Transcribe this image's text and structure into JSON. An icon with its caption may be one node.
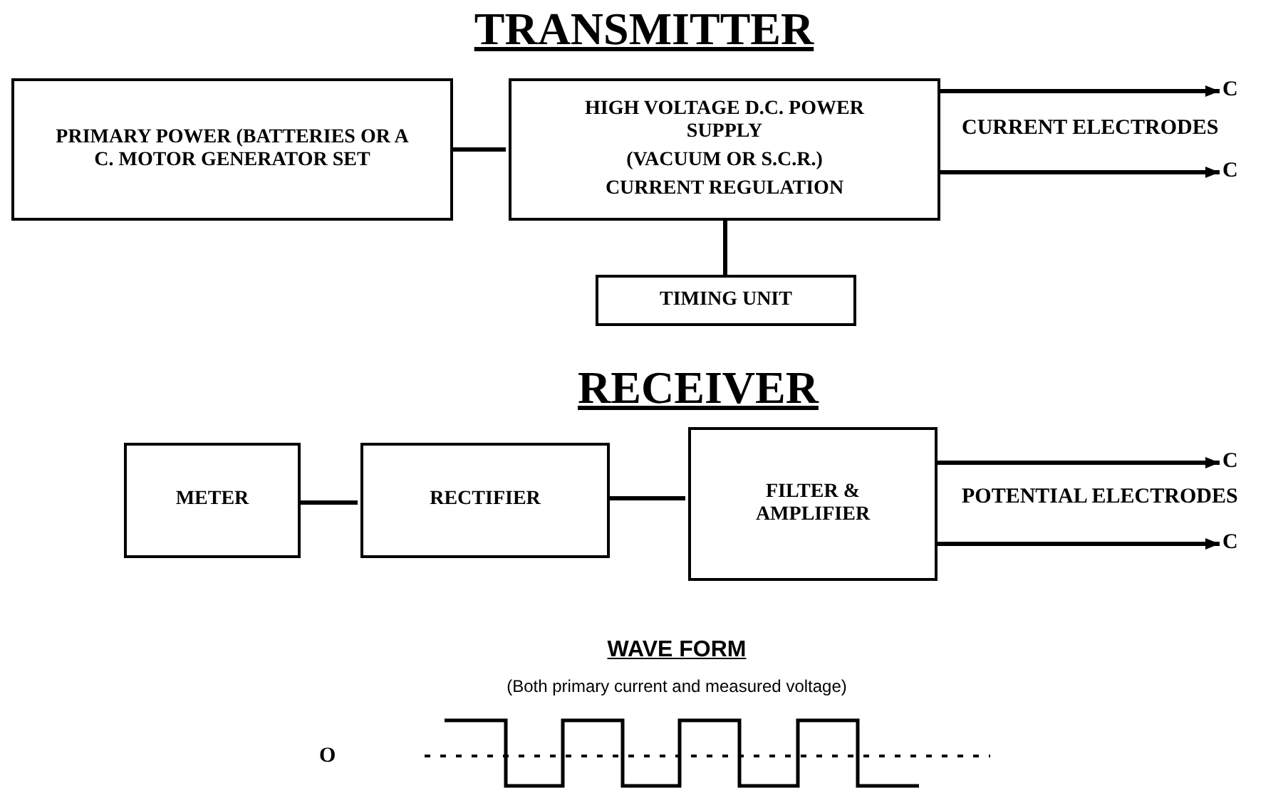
{
  "diagram": {
    "nodes": [
      {
        "text": [
          "PRIMARY POWER (BATTERIES OR A C. MOTOR GENERATOR SET"
        ]
      },
      {
        "text": [
          "HIGH VOLTAGE D.C. POWER SUPPLY",
          "(VACUUM OR S.C.R.)",
          "CURRENT REGULATION"
        ]
      },
      {
        "text": [
          "TIMING UNIT"
        ]
      },
      {
        "text": [
          "C"
        ]
      },
      {
        "text": [
          "C"
        ]
      },
      {
        "text": [
          "METER"
        ]
      },
      {
        "text": [
          "RECTIFIER"
        ]
      },
      {
        "text": [
          "FILTER & AMPLIFIER"
        ]
      },
      {
        "text": [
          "C"
        ]
      },
      {
        "text": [
          "C"
        ]
      }
    ],
    "edges": [
      {
        "from": 0,
        "to": 1,
        "arrow": "none"
      },
      {
        "from": 1,
        "to": 2,
        "arrow": "none"
      },
      {
        "from": 1,
        "to": 3,
        "arrow": "to"
      },
      {
        "from": 1,
        "to": 4,
        "arrow": "to"
      },
      {
        "from": 5,
        "to": 6,
        "arrow": "none"
      },
      {
        "from": 6,
        "to": 7,
        "arrow": "none"
      },
      {
        "from": 7,
        "to": 8,
        "arrow": "to"
      },
      {
        "from": 7,
        "to": 9,
        "arrow": "to"
      }
    ],
    "labels": [
      "TRANSMITTER",
      "CURRENT ELECTRODES",
      "RECEIVER",
      "POTENTIAL ELECTRODES",
      "WAVE FORM",
      "(Both primary current and measured voltage)",
      "O"
    ]
  }
}
